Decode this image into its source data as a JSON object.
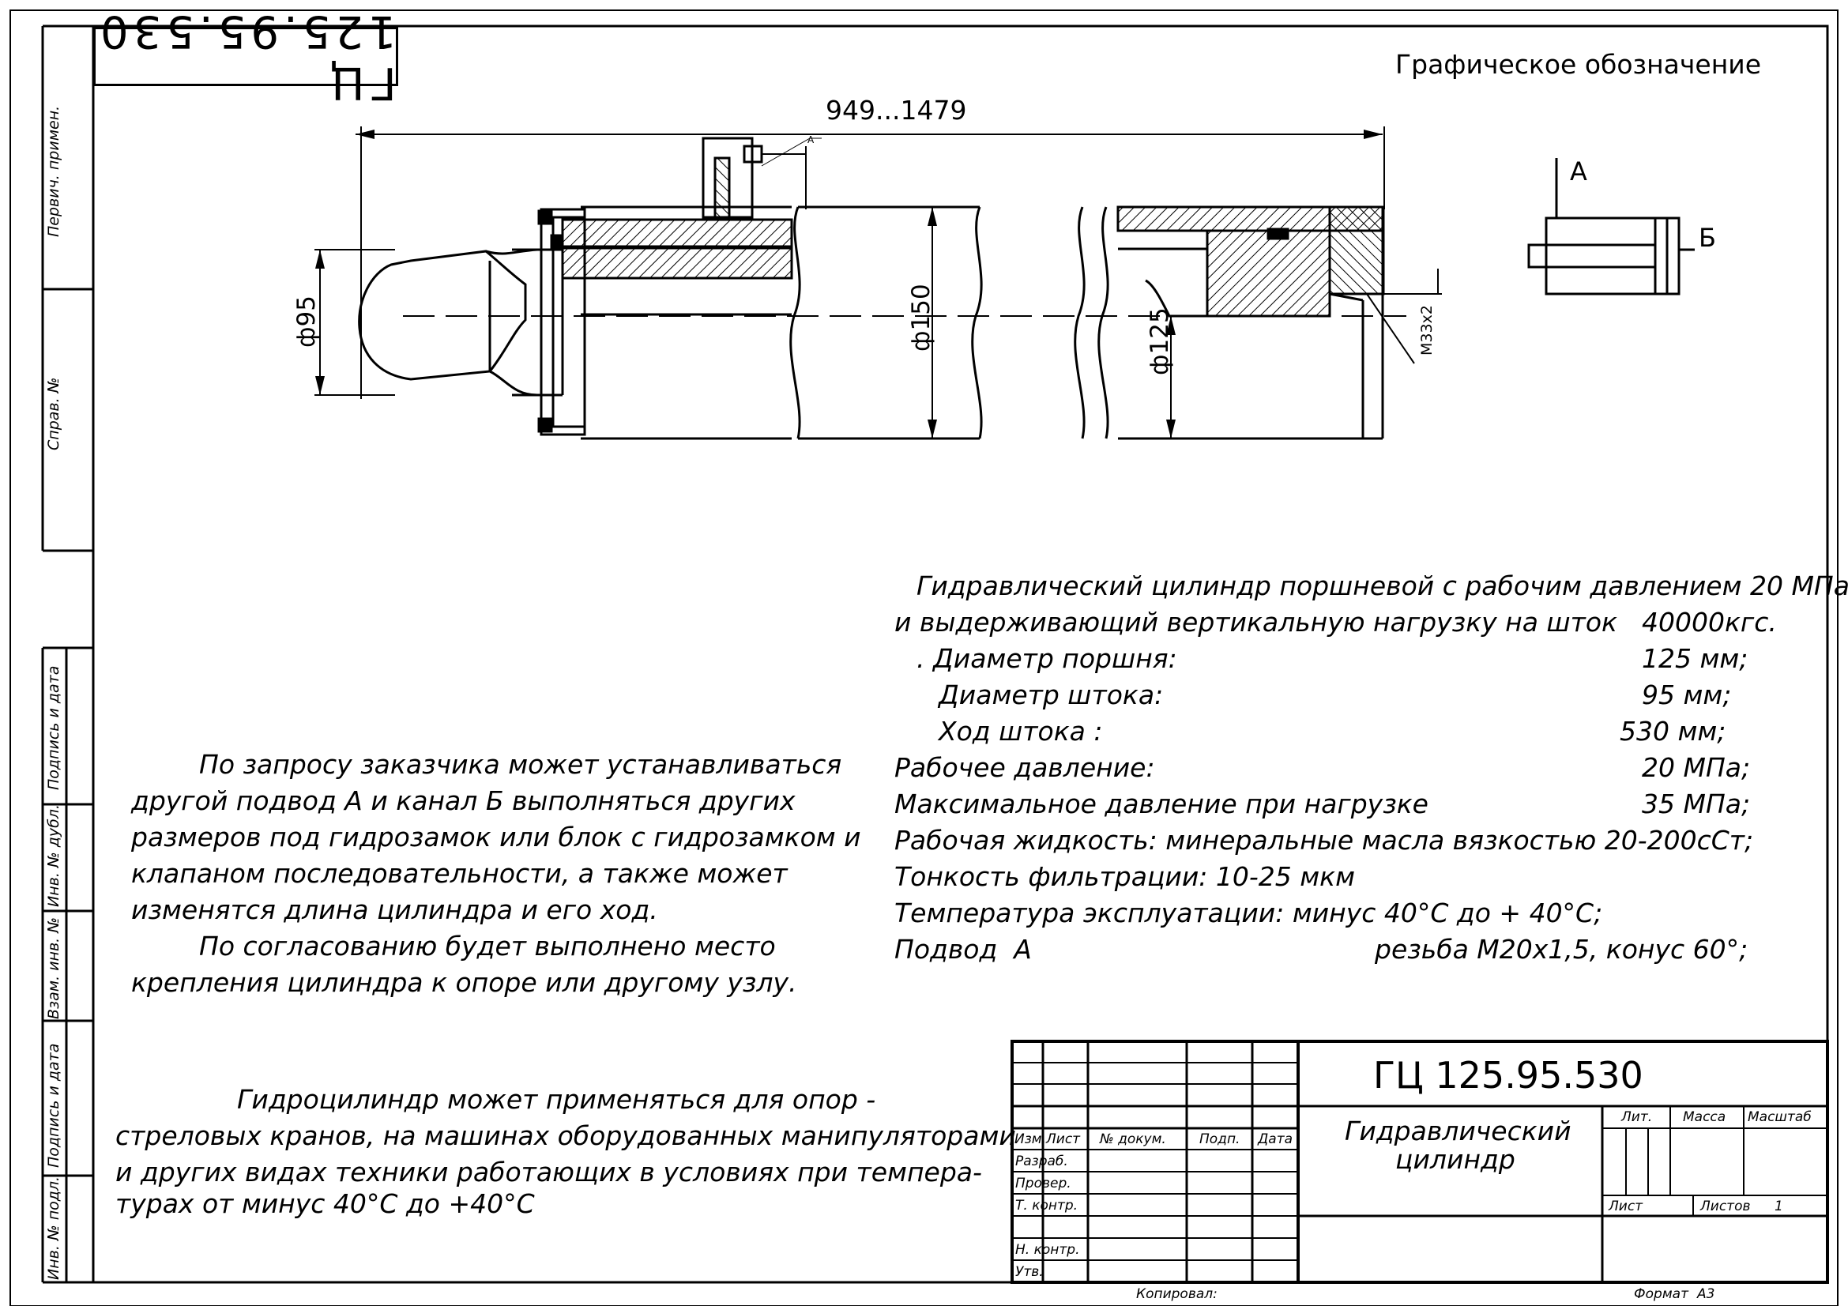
{
  "drawing": {
    "designation_rotated": "ГЦ 125.95.530",
    "graphic_title": "Графическое обозначение",
    "dims": {
      "length": "949...1479",
      "rod_diameter": "ф95",
      "body_diameter": "ф150",
      "piston_diameter": "ф125",
      "port_thread": "M33x2",
      "callout_a": "А"
    },
    "symbol": {
      "label_a": "А",
      "label_b": "Б"
    }
  },
  "margin": {
    "perv_primen": "Первич. примен.",
    "sprav_no": "Справ. №",
    "podpis_data_1": "Подпись и дата",
    "inv_dubl": "Инв. № дубл.",
    "vzam_inv": "Взам. инв. №",
    "podpis_data_2": "Подпись и дата",
    "inv_podl": "Инв. № подл."
  },
  "specs": {
    "line1": "Гидравлический цилиндр поршневой с рабочим давлением 20 МПа",
    "line2_label": "и выдерживающий вертикальную нагрузку на шток",
    "line2_value": "40000кгс.",
    "rows": [
      {
        "label": ". Диаметр поршня:",
        "value": "125 мм;"
      },
      {
        "label": "Диаметр штока:",
        "value": "95 мм;"
      },
      {
        "label": "Ход штока :",
        "value": "530 мм;"
      },
      {
        "label": "Рабочее давление:",
        "value": "20 МПа;"
      },
      {
        "label": "Максимальное давление при нагрузке",
        "value": "35 МПа;"
      }
    ],
    "fluid": "Рабочая жидкость: минеральные масла вязкостью 20-200сСт;",
    "filtration": "Тонкость фильтрации: 10-25 мкм",
    "temperature": "Температура эксплуатации: минус 40°С до + 40°С;",
    "port_label": "Подвод  А",
    "port_value": "резьба М20х1,5, конус 60°;"
  },
  "notes_left": [
    "По запросу заказчика может устанавливаться",
    "другой подвод А и канал Б выполняться других",
    "размеров под гидрозамок или блок с гидрозамком и",
    "клапаном последовательности, а также может",
    "изменятся длина цилиндра и его ход.",
    "По согласованию будет выполнено место",
    "крепления цилиндра к опоре или другому узлу."
  ],
  "notes_bottom": [
    "Гидроцилиндр может применяться для  опор -",
    "стреловых кранов, на машинах оборудованных манипуляторами",
    "и других видах техники работающих в условиях при темпера-",
    "турах от минус 40°С до +40°С"
  ],
  "title_block": {
    "code": "ГЦ 125.95.530",
    "name_line1": "Гидравлический",
    "name_line2": "цилиндр",
    "hdr_izm": "Изм.",
    "hdr_list": "Лист",
    "hdr_doc": "№ докум.",
    "hdr_podp": "Подп.",
    "hdr_data": "Дата",
    "razrab": "Разраб.",
    "prover": "Провер.",
    "t_kontr": "Т. контр.",
    "n_kontr": "Н. контр.",
    "utv": "Утв.",
    "lit": "Лит.",
    "massa": "Масса",
    "masshtab": "Масштаб",
    "list": "Лист",
    "listov": "Листов",
    "listov_value": "1",
    "kopiroval": "Копировал:",
    "format": "Формат",
    "format_value": "А3"
  }
}
